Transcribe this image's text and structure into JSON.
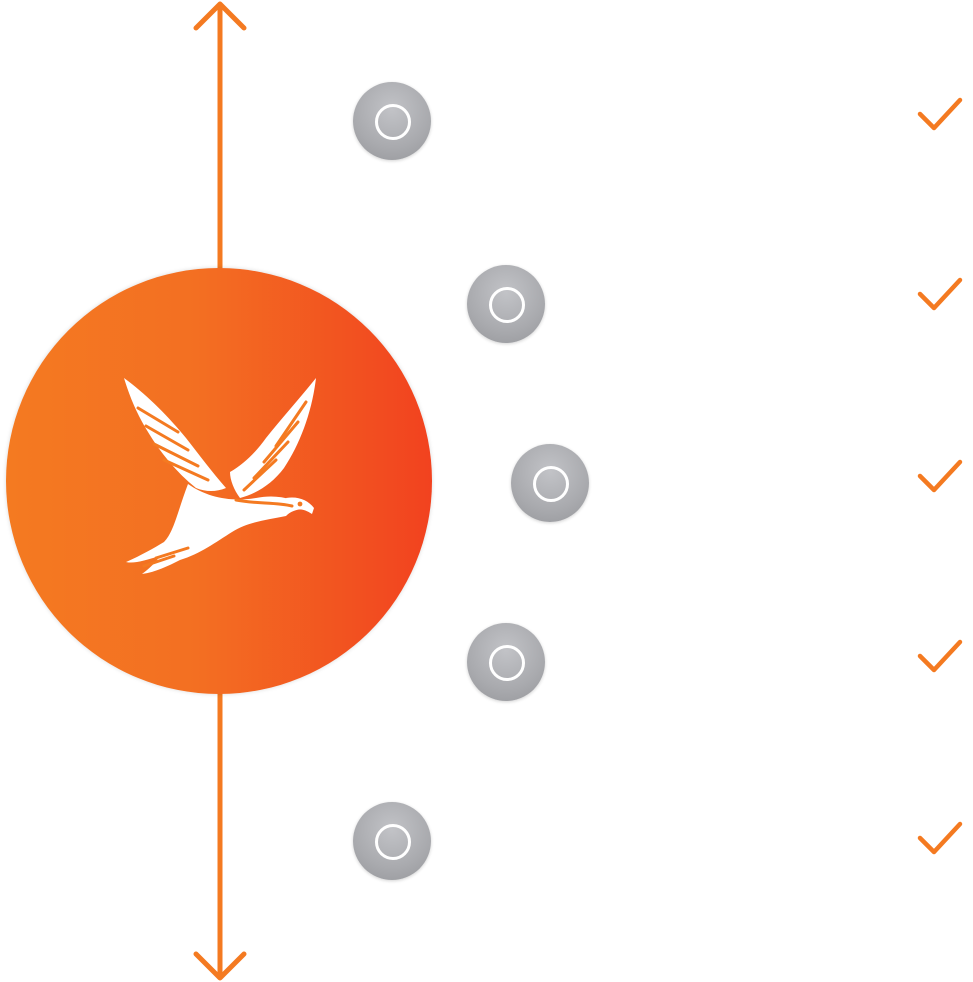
{
  "colors": {
    "accent": "#f47a21",
    "accent_end": "#f2421f",
    "node_gray": "#a9aaae",
    "node_ring": "#ffffff",
    "background": "#ffffff"
  },
  "icons": {
    "hub": "eagle-logo",
    "axis_top": "arrow-up",
    "axis_bottom": "arrow-down",
    "nodes": [
      "circle-ring",
      "circle-ring",
      "circle-ring",
      "circle-ring",
      "circle-ring"
    ],
    "checks": [
      "checkmark",
      "checkmark",
      "checkmark",
      "checkmark",
      "checkmark"
    ]
  },
  "items": [
    {
      "status": "checked"
    },
    {
      "status": "checked"
    },
    {
      "status": "checked"
    },
    {
      "status": "checked"
    },
    {
      "status": "checked"
    }
  ]
}
